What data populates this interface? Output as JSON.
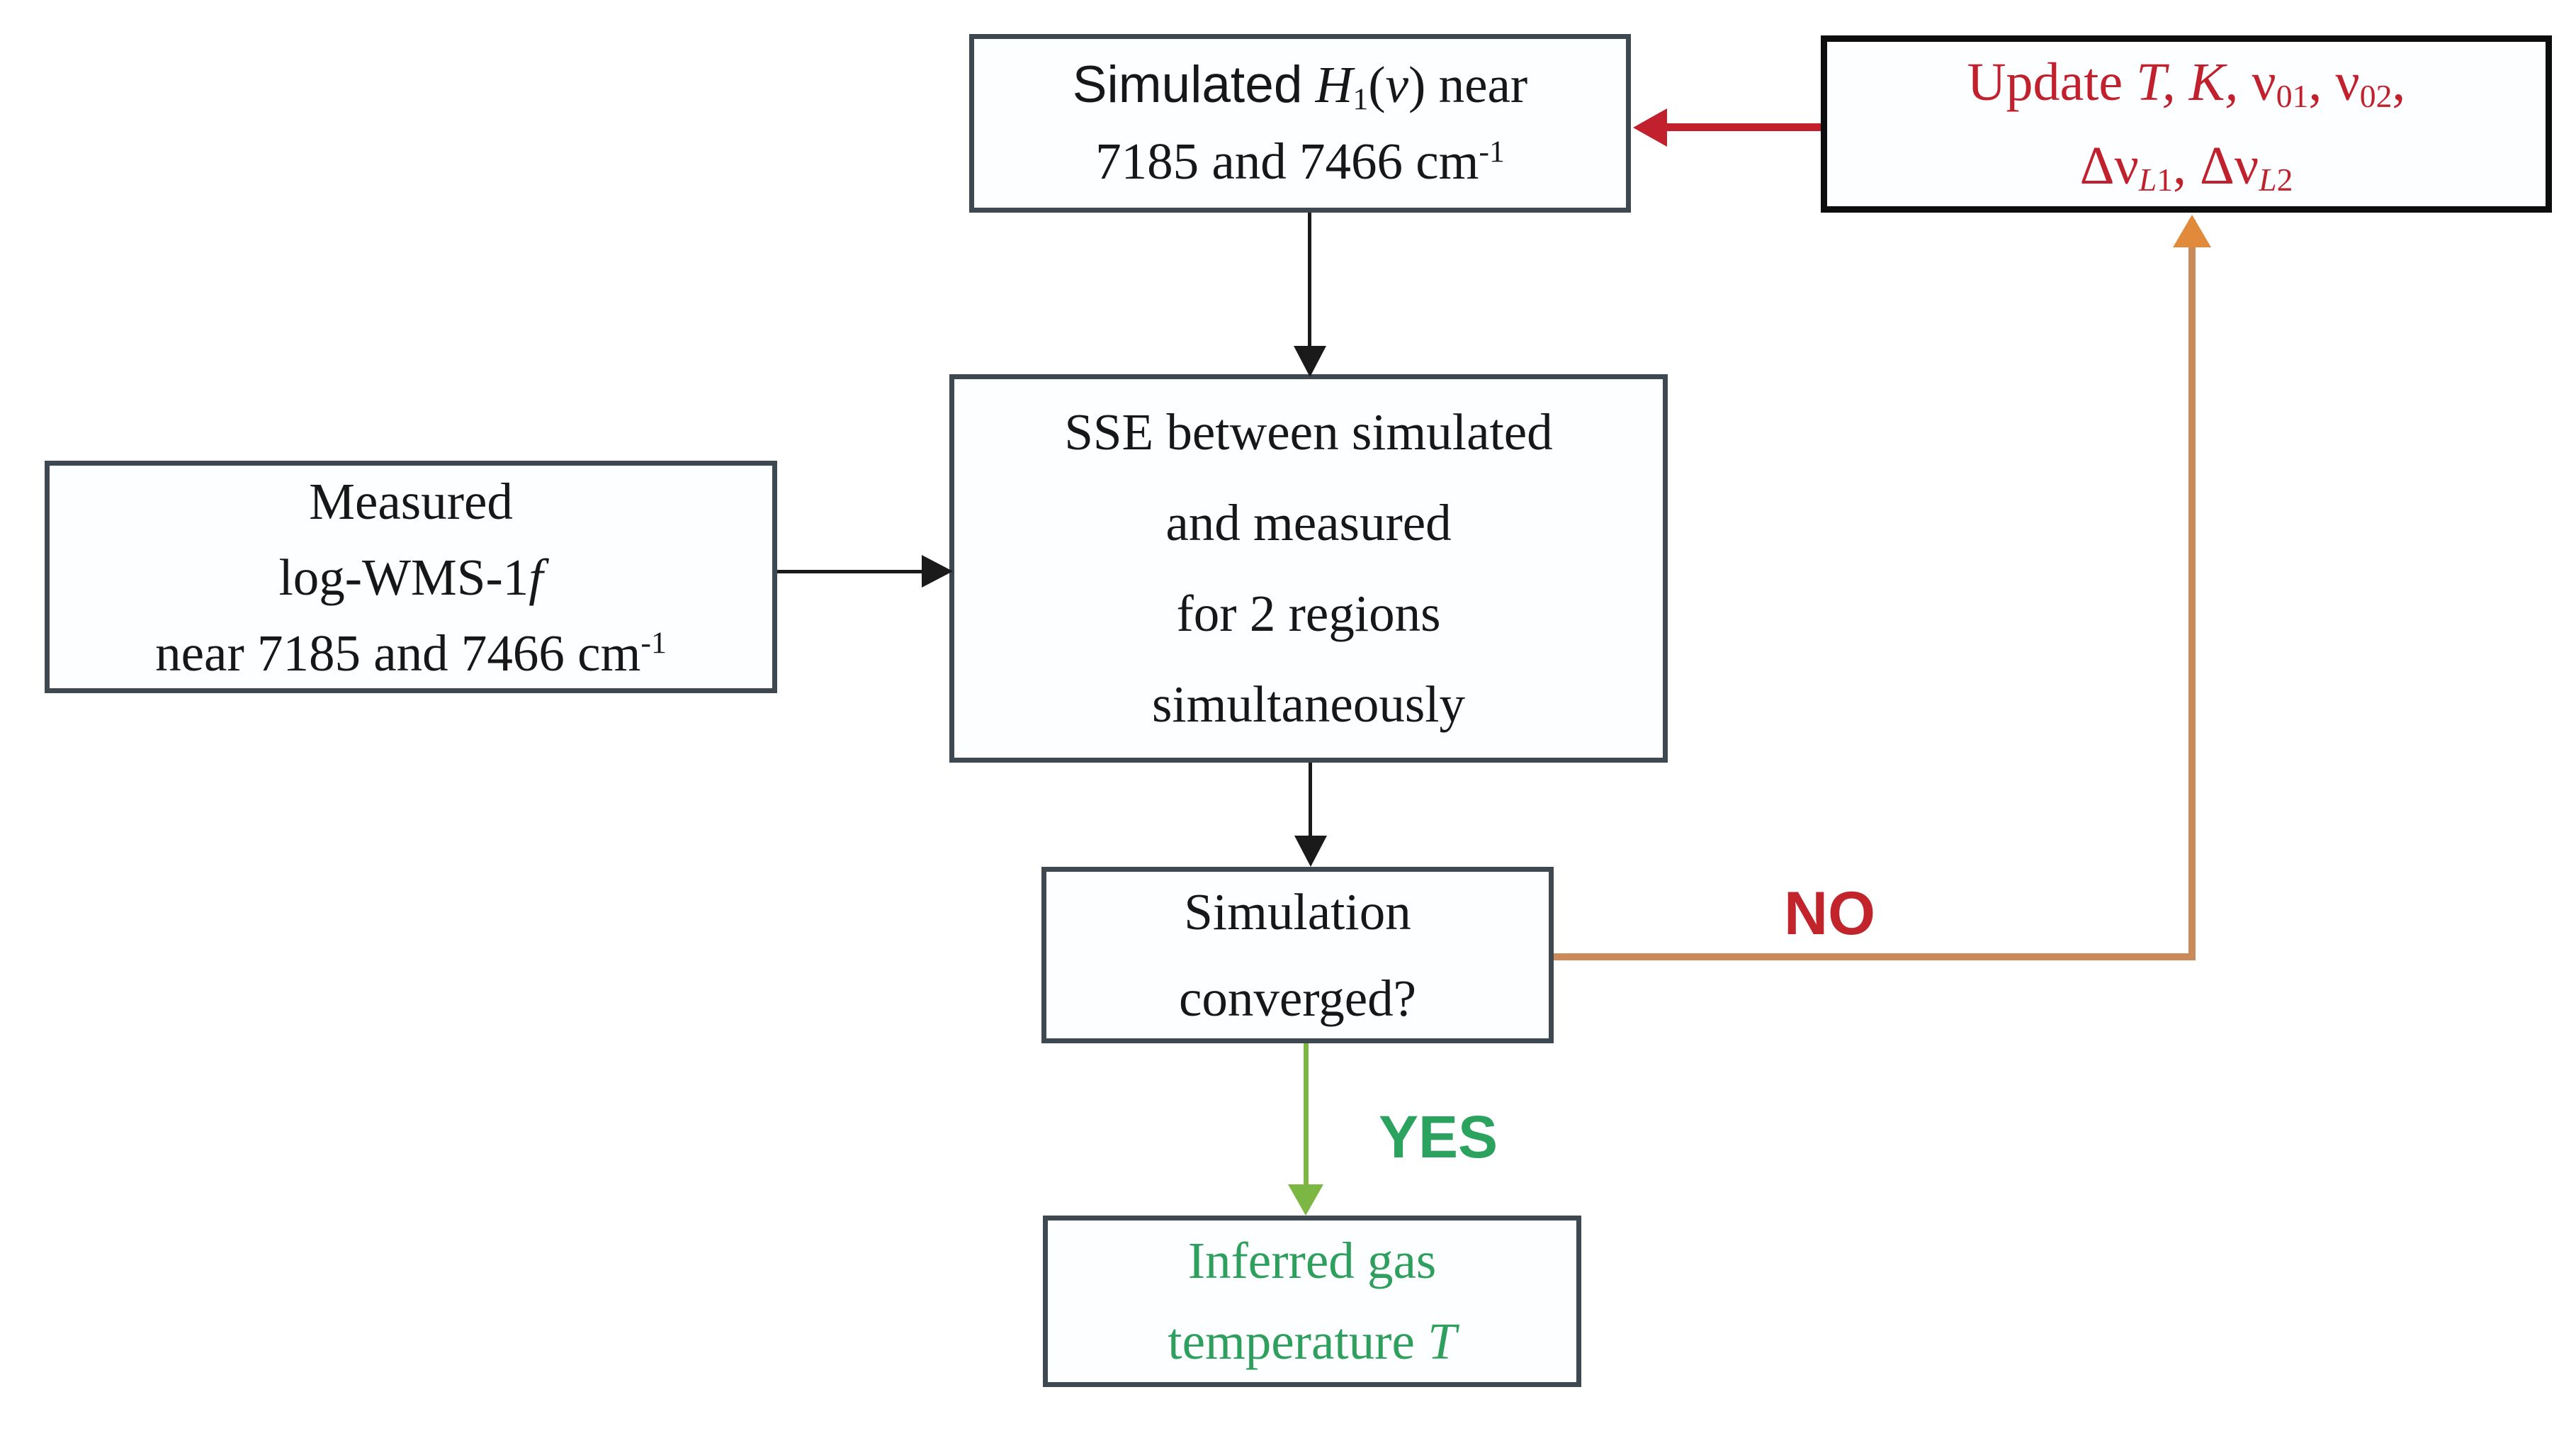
{
  "colors": {
    "background": "#ffffff",
    "box_fill": "#fcfeff",
    "box_border": "#3d4850",
    "update_box_border": "#0d0d0d",
    "black_text": "#171717",
    "red_text": "#c1202d",
    "red_arrow": "#c1202c",
    "green_text": "#2f9f5d",
    "yes_label_green": "#2ba35e",
    "green_arrow": "#7cb743",
    "orange_line": "#cb8a59",
    "orange_arrowhead": "#e18a3c",
    "black_arrow": "#1a1a1a"
  },
  "boxes": {
    "simulated": {
      "text": "Simulated H1(v) near 7185 and 7466 cm-1",
      "html": "<span class=\"sans\">Simulated</span> <i>H</i><sub>1</sub>(<i>v</i>) near<br>7185 and 7466 cm<sup>-1</sup>"
    },
    "update": {
      "text": "Update T, K, ν01, ν02, ΔνL1, ΔνL2",
      "html": "Update <i>T, K,</i> ν<sub>01</sub>, ν<sub>02</sub>,<br>Δν<sub><i>L</i>1</sub>, Δν<sub><i>L</i>2</sub>"
    },
    "measured": {
      "text": "Measured log-WMS-1f near 7185 and 7466 cm-1",
      "html": "Measured<br>log-WMS-1<i>f</i><br>near 7185 and 7466 cm<sup>-1</sup>"
    },
    "sse": {
      "text": "SSE between simulated and measured for 2 regions simultaneously",
      "html": "SSE between simulated<br>and measured<br>for 2 regions<br>simultaneously"
    },
    "decision": {
      "text": "Simulation converged?",
      "html": "Simulation<br>converged?"
    },
    "inferred": {
      "text": "Inferred gas temperature T",
      "html": "Inferred gas<br>temperature <i>T</i>"
    }
  },
  "labels": {
    "no": "NO",
    "yes": "YES"
  }
}
